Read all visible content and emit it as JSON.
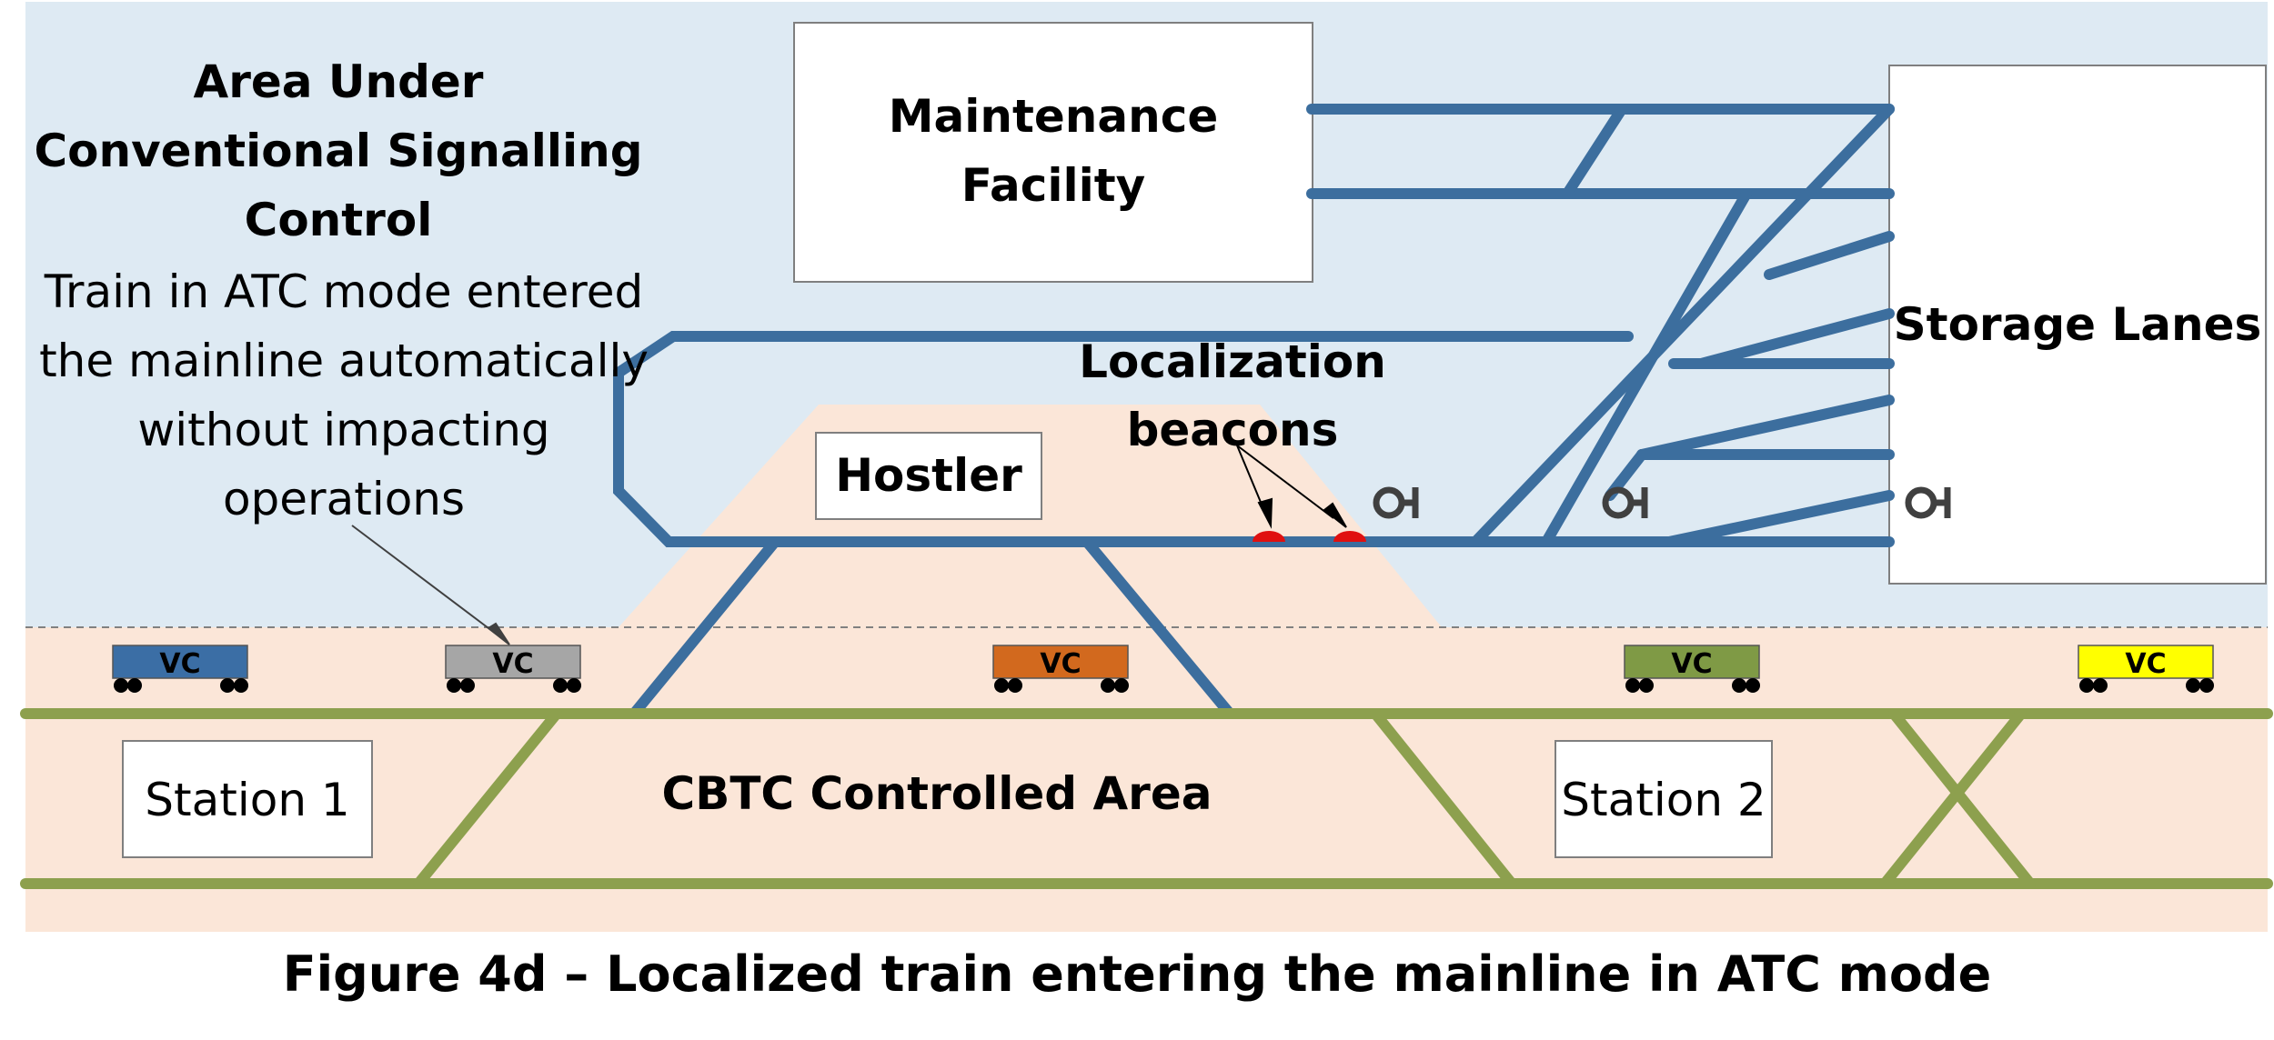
{
  "title": {
    "area_conventional": [
      "Area Under",
      "Conventional Signalling",
      "Control"
    ],
    "note": [
      "Train in ATC mode entered",
      "the mainline automatically",
      "without impacting",
      "operations"
    ]
  },
  "labels": {
    "maintenance": [
      "Maintenance",
      "Facility"
    ],
    "storage": "Storage Lanes",
    "hostler": "Hostler",
    "beacons": [
      "Localization",
      "beacons"
    ],
    "cbtc": "CBTC Controlled Area",
    "station1": "Station 1",
    "station2": "Station 2",
    "caption": "Figure 4d – Localized train entering the mainline in ATC mode"
  },
  "vehicles": [
    {
      "label": "VC",
      "color": "#3B6EA5"
    },
    {
      "label": "VC",
      "color": "#A6A6A6"
    },
    {
      "label": "VC",
      "color": "#D2691E"
    },
    {
      "label": "VC",
      "color": "#7F9A45"
    },
    {
      "label": "VC",
      "color": "#FFFF00"
    }
  ],
  "colors": {
    "upper_area": "#DEEAF3",
    "lower_area": "#FBE6D8",
    "blue_track": "#3C6E9E",
    "green_track": "#8DA04E",
    "beacon": "#E01010",
    "signal": "#404040"
  }
}
